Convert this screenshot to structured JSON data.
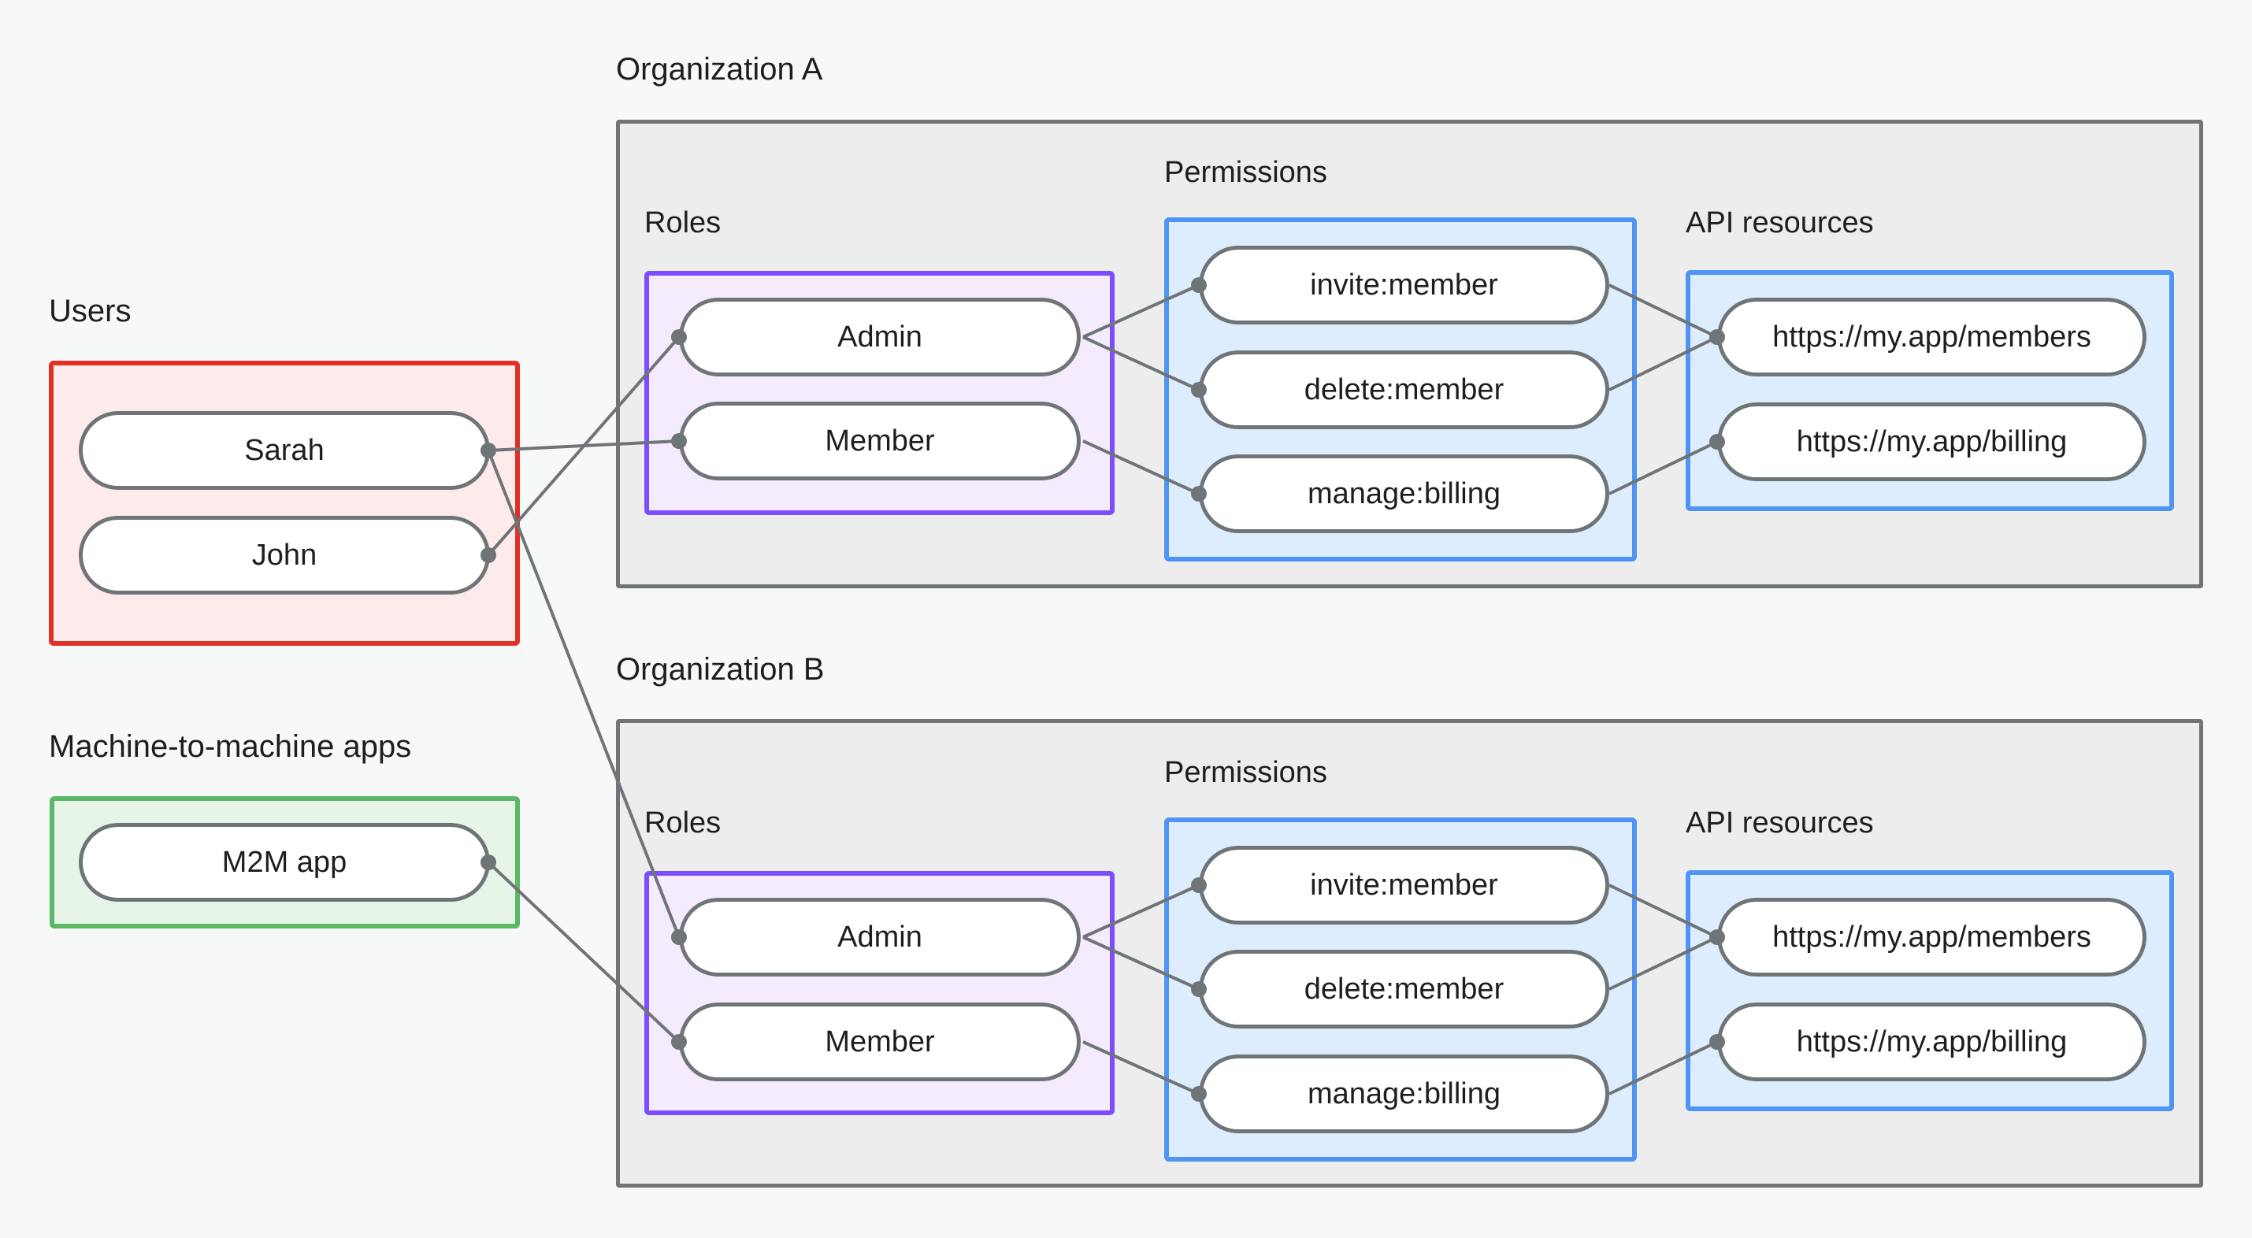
{
  "diagram": {
    "title_groups": {
      "users": "Users",
      "m2m": "Machine-to-machine apps",
      "org_a": "Organization A",
      "org_b": "Organization B"
    },
    "section_labels": {
      "roles": "Roles",
      "permissions": "Permissions",
      "api_resources": "API resources"
    },
    "colors": {
      "background": "#f7f9f9",
      "org_fill": "#ededed",
      "org_border": "#6f7477",
      "users_fill": "#fdeaea",
      "users_border": "#e03127",
      "m2m_fill": "#e7f5e9",
      "m2m_border": "#5cb767",
      "roles_fill": "#f4ebfc",
      "roles_border": "#7c4dff",
      "permissions_fill": "#ddedfd",
      "permissions_border": "#4e94f3",
      "api_fill": "#ddedfd",
      "api_border": "#4e94f3",
      "node_fill": "#ffffff",
      "node_border": "#6f7477",
      "edge": "#6f7477",
      "text": "#1c1f21"
    },
    "users": [
      {
        "id": "sarah",
        "label": "Sarah"
      },
      {
        "id": "john",
        "label": "John"
      }
    ],
    "m2m_apps": [
      {
        "id": "m2m-app",
        "label": "M2M app"
      }
    ],
    "organizations": [
      {
        "id": "org-a",
        "name": "Organization A",
        "roles": [
          {
            "id": "org-a-admin",
            "label": "Admin"
          },
          {
            "id": "org-a-member",
            "label": "Member"
          }
        ],
        "permissions": [
          {
            "id": "org-a-invite-member",
            "label": "invite:member"
          },
          {
            "id": "org-a-delete-member",
            "label": "delete:member"
          },
          {
            "id": "org-a-manage-billing",
            "label": "manage:billing"
          }
        ],
        "api_resources": [
          {
            "id": "org-a-res-members",
            "label": "https://my.app/members"
          },
          {
            "id": "org-a-res-billing",
            "label": "https://my.app/billing"
          }
        ]
      },
      {
        "id": "org-b",
        "name": "Organization B",
        "roles": [
          {
            "id": "org-b-admin",
            "label": "Admin"
          },
          {
            "id": "org-b-member",
            "label": "Member"
          }
        ],
        "permissions": [
          {
            "id": "org-b-invite-member",
            "label": "invite:member"
          },
          {
            "id": "org-b-delete-member",
            "label": "delete:member"
          },
          {
            "id": "org-b-manage-billing",
            "label": "manage:billing"
          }
        ],
        "api_resources": [
          {
            "id": "org-b-res-members",
            "label": "https://my.app/members"
          },
          {
            "id": "org-b-res-billing",
            "label": "https://my.app/billing"
          }
        ]
      }
    ],
    "connections": [
      {
        "from": "john",
        "to": "org-a-admin"
      },
      {
        "from": "sarah",
        "to": "org-a-member"
      },
      {
        "from": "sarah",
        "to": "org-b-admin"
      },
      {
        "from": "m2m-app",
        "to": "org-b-member"
      },
      {
        "from": "org-a-admin",
        "to": "org-a-invite-member"
      },
      {
        "from": "org-a-admin",
        "to": "org-a-delete-member"
      },
      {
        "from": "org-a-member",
        "to": "org-a-manage-billing"
      },
      {
        "from": "org-a-invite-member",
        "to": "org-a-res-members"
      },
      {
        "from": "org-a-delete-member",
        "to": "org-a-res-members"
      },
      {
        "from": "org-a-manage-billing",
        "to": "org-a-res-billing"
      },
      {
        "from": "org-b-admin",
        "to": "org-b-invite-member"
      },
      {
        "from": "org-b-admin",
        "to": "org-b-delete-member"
      },
      {
        "from": "org-b-member",
        "to": "org-b-manage-billing"
      },
      {
        "from": "org-b-invite-member",
        "to": "org-b-res-members"
      },
      {
        "from": "org-b-delete-member",
        "to": "org-b-res-members"
      },
      {
        "from": "org-b-manage-billing",
        "to": "org-b-res-billing"
      }
    ]
  }
}
